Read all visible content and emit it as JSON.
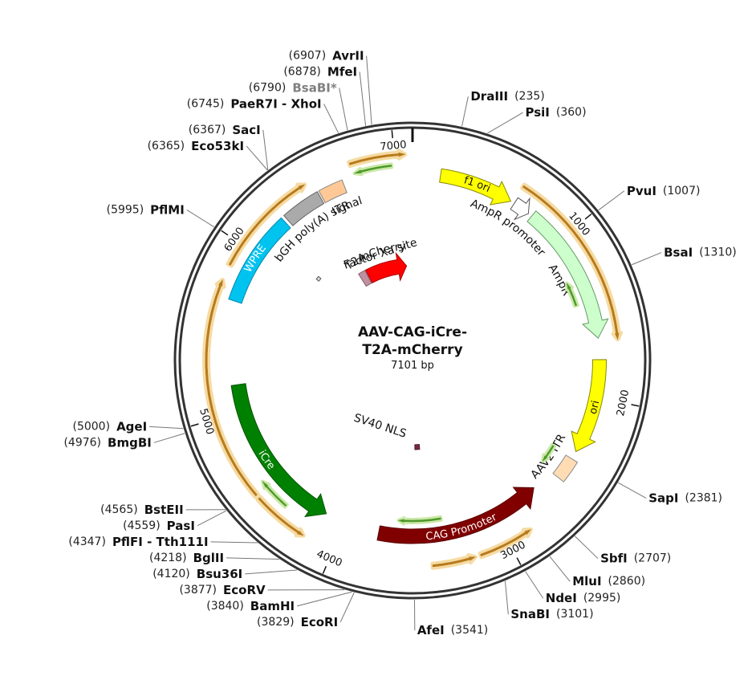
{
  "plasmid": {
    "name_line1": "AAV-CAG-iCre-",
    "name_line2": "T2A-mCherry",
    "size_label": "7101 bp",
    "length": 7101
  },
  "colors": {
    "backbone": "#333333",
    "primer_stroke": "#b87a1c",
    "primer_glow": "#f5d89a",
    "small_arrow": "#4c9a2a",
    "small_arrow_glow": "#cce8a8"
  },
  "ticks": [
    {
      "pos": 1000,
      "label": "1000"
    },
    {
      "pos": 2000,
      "label": "2000"
    },
    {
      "pos": 3000,
      "label": "3000"
    },
    {
      "pos": 4000,
      "label": "4000"
    },
    {
      "pos": 5000,
      "label": "5000"
    },
    {
      "pos": 6000,
      "label": "6000"
    },
    {
      "pos": 7000,
      "label": "7000"
    }
  ],
  "sites": [
    {
      "name": "DraIII",
      "num": "(235)",
      "pos": 235,
      "side": "right"
    },
    {
      "name": "PsiI",
      "num": "(360)",
      "pos": 360,
      "side": "right"
    },
    {
      "name": "PvuI",
      "num": "(1007)",
      "pos": 1007,
      "side": "right"
    },
    {
      "name": "BsaI",
      "num": "(1310)",
      "pos": 1310,
      "side": "right"
    },
    {
      "name": "SapI",
      "num": "(2381)",
      "pos": 2381,
      "side": "right"
    },
    {
      "name": "SbfI",
      "num": "(2707)",
      "pos": 2707,
      "side": "right"
    },
    {
      "name": "MluI",
      "num": "(2860)",
      "pos": 2860,
      "side": "right"
    },
    {
      "name": "NdeI",
      "num": "(2995)",
      "pos": 2995,
      "side": "right"
    },
    {
      "name": "SnaBI",
      "num": "(3101)",
      "pos": 3101,
      "side": "right"
    },
    {
      "name": "AfeI",
      "num": "(3541)",
      "pos": 3541,
      "side": "right"
    },
    {
      "name": "EcoRI",
      "num": "(3829)",
      "pos": 3829,
      "side": "left"
    },
    {
      "name": "BamHI",
      "num": "(3840)",
      "pos": 3840,
      "side": "left"
    },
    {
      "name": "EcoRV",
      "num": "(3877)",
      "pos": 3877,
      "side": "left"
    },
    {
      "name": "Bsu36I",
      "num": "(4120)",
      "pos": 4120,
      "side": "left"
    },
    {
      "name": "BglII",
      "num": "(4218)",
      "pos": 4218,
      "side": "left"
    },
    {
      "name": "PflFI - Tth111I",
      "num": "(4347)",
      "pos": 4347,
      "side": "left"
    },
    {
      "name": "PasI",
      "num": "(4559)",
      "pos": 4559,
      "side": "left"
    },
    {
      "name": "BstEII",
      "num": "(4565)",
      "pos": 4565,
      "side": "left"
    },
    {
      "name": "BmgBI",
      "num": "(4976)",
      "pos": 4976,
      "side": "left"
    },
    {
      "name": "AgeI",
      "num": "(5000)",
      "pos": 5000,
      "side": "left"
    },
    {
      "name": "PflMI",
      "num": "(5995)",
      "pos": 5995,
      "side": "left"
    },
    {
      "name": "Eco53kI",
      "num": "(6365)",
      "pos": 6365,
      "side": "left"
    },
    {
      "name": "SacI",
      "num": "(6367)",
      "pos": 6367,
      "side": "left"
    },
    {
      "name": "PaeR7I - XhoI",
      "num": "(6745)",
      "pos": 6745,
      "side": "left"
    },
    {
      "name": "BsaBI*",
      "num": "(6790)",
      "pos": 6790,
      "side": "left",
      "gray": true
    },
    {
      "name": "MfeI",
      "num": "(6878)",
      "pos": 6878,
      "side": "left"
    },
    {
      "name": "AvrII",
      "num": "(6907)",
      "pos": 6907,
      "side": "left"
    }
  ],
  "features": [
    {
      "label": "f1 ori",
      "start": 170,
      "end": 625,
      "r": 233,
      "w": 17,
      "fill": "#ffff00",
      "stroke": "#888800",
      "dir": 1,
      "style": "arrow",
      "label_mode": "inside-dark"
    },
    {
      "label": "AmpR promoter",
      "start": 650,
      "end": 755,
      "r": 233,
      "w": 17,
      "fill": "#ffffff",
      "stroke": "#555555",
      "dir": 1,
      "style": "arrow",
      "label_mode": "below"
    },
    {
      "label": "AmpR",
      "start": 780,
      "end": 1640,
      "r": 233,
      "w": 17,
      "fill": "#ccffcc",
      "stroke": "#669966",
      "dir": 1,
      "style": "arrow",
      "label_mode": "below"
    },
    {
      "label": "ori",
      "start": 1770,
      "end": 2350,
      "r": 233,
      "w": 17,
      "fill": "#ffff00",
      "stroke": "#888800",
      "dir": 1,
      "style": "arrow",
      "label_mode": "inside-dark"
    },
    {
      "label": "AAV2 ITR",
      "start": 2400,
      "end": 2540,
      "r": 233,
      "w": 17,
      "fill": "#ffdcb4",
      "stroke": "#888888",
      "dir": 0,
      "style": "box",
      "label_mode": "above"
    },
    {
      "label": "CAG Promoter",
      "start": 2690,
      "end": 3770,
      "r": 219,
      "w": 18,
      "fill": "#800000",
      "stroke": "#5a0000",
      "dir": -1,
      "style": "arrow",
      "label_mode": "inside"
    },
    {
      "label": "iCre",
      "start": 4130,
      "end": 5170,
      "r": 219,
      "w": 18,
      "fill": "#008000",
      "stroke": "#005500",
      "dir": -1,
      "style": "arrow",
      "label_mode": "inside"
    },
    {
      "label": "WPRE",
      "start": 5690,
      "end": 6260,
      "r": 233,
      "w": 17,
      "fill": "#00c3f0",
      "stroke": "#0088aa",
      "dir": 0,
      "style": "box",
      "label_mode": "inside"
    },
    {
      "label": "bGH poly(A) signal",
      "start": 6280,
      "end": 6520,
      "r": 233,
      "w": 17,
      "fill": "#aaaaaa",
      "stroke": "#666666",
      "dir": 0,
      "style": "box",
      "label_mode": "below-ccw"
    },
    {
      "label": "ITR",
      "start": 6530,
      "end": 6680,
      "r": 233,
      "w": 17,
      "fill": "#ffc896",
      "stroke": "#888888",
      "dir": 0,
      "style": "box",
      "label_mode": "below-ccw"
    },
    {
      "label": "mCherry",
      "start": 6560,
      "end": 7030,
      "r": 118,
      "w": 18,
      "fill": "#ff0000",
      "stroke": "#aa0000",
      "dir": 1,
      "style": "arrow",
      "label_mode": "side-cw"
    },
    {
      "label": "T2A",
      "start": 6470,
      "end": 6550,
      "r": 118,
      "w": 18,
      "fill": "#c090a0",
      "stroke": "#886070",
      "dir": 0,
      "style": "box",
      "label_mode": "side-cw"
    },
    {
      "label": "SV40 NLS",
      "start": 3460,
      "end": 3520,
      "r": 108,
      "w": 6,
      "fill": "#7a2a4a",
      "stroke": "#4a1a2a",
      "dir": 0,
      "style": "box",
      "label_mode": "center"
    },
    {
      "label": "Factor Xa site",
      "start": 6120,
      "end": 6150,
      "r": 155,
      "w": 4,
      "fill": "#dddddd",
      "stroke": "#555555",
      "dir": 0,
      "style": "box",
      "label_mode": "center"
    }
  ],
  "primers": [
    {
      "start": 6750,
      "end": 7060,
      "r": 257,
      "dir": 1
    },
    {
      "start": 5870,
      "end": 6480,
      "r": 257,
      "dir": 1
    },
    {
      "start": 4520,
      "end": 5780,
      "r": 257,
      "dir": 1
    },
    {
      "start": 4180,
      "end": 4500,
      "r": 257,
      "dir": -1
    },
    {
      "start": 640,
      "end": 1660,
      "r": 257,
      "dir": 1
    },
    {
      "start": 2860,
      "end": 3170,
      "r": 257,
      "dir": -1
    },
    {
      "start": 3200,
      "end": 3440,
      "r": 257,
      "dir": -1
    }
  ],
  "small_arrows": [
    {
      "start": 6760,
      "end": 6980,
      "r": 244,
      "dir": -1
    },
    {
      "start": 1250,
      "end": 1410,
      "r": 215,
      "dir": -1
    },
    {
      "start": 2390,
      "end": 2520,
      "r": 205,
      "dir": 1
    },
    {
      "start": 3350,
      "end": 3650,
      "r": 200,
      "dir": 1
    },
    {
      "start": 4360,
      "end": 4560,
      "r": 240,
      "dir": 1
    }
  ],
  "annotations": {
    "factor_xa": "Factor Xa site",
    "sv40": "SV40 NLS"
  }
}
